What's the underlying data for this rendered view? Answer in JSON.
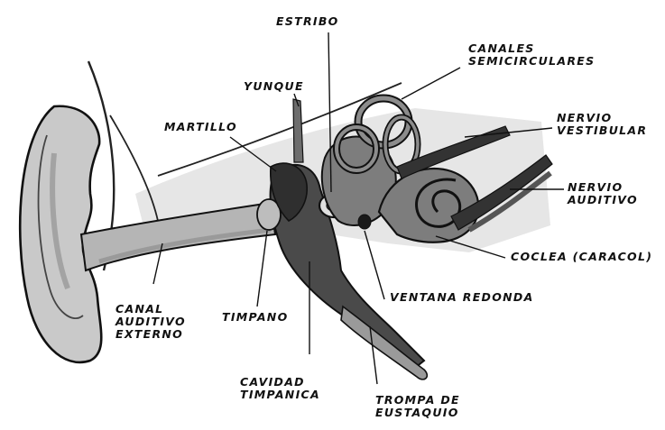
{
  "labels": {
    "estribo": "ESTRIBO",
    "canales": [
      "CANALES",
      "SEMICIRCULARES"
    ],
    "yunque": "YUNQUE",
    "martillo": "MARTILLO",
    "nervio_vestibular": [
      "NERVIO",
      "VESTIBULAR"
    ],
    "nervio_auditivo": [
      "NERVIO",
      "AUDITIVO"
    ],
    "coclea": "COCLEA (CARACOL)",
    "ventana_redonda": "VENTANA REDONDA",
    "canal_auditivo": [
      "CANAL",
      "AUDITIVO",
      "EXTERNO"
    ],
    "timpano": "TIMPANO",
    "cavidad": [
      "CAVIDAD",
      "TIMPANICA"
    ],
    "trompa": [
      "TROMPA DE",
      "EUSTAQUIO"
    ]
  },
  "colors": {
    "ink": "#111111",
    "outer_ear": "#c9c9c9",
    "canal": "#b5b5b5",
    "cavity": "#4a4a4a",
    "inner_ear": "#7d7d7d",
    "background_wash": "#e6e6e6"
  }
}
